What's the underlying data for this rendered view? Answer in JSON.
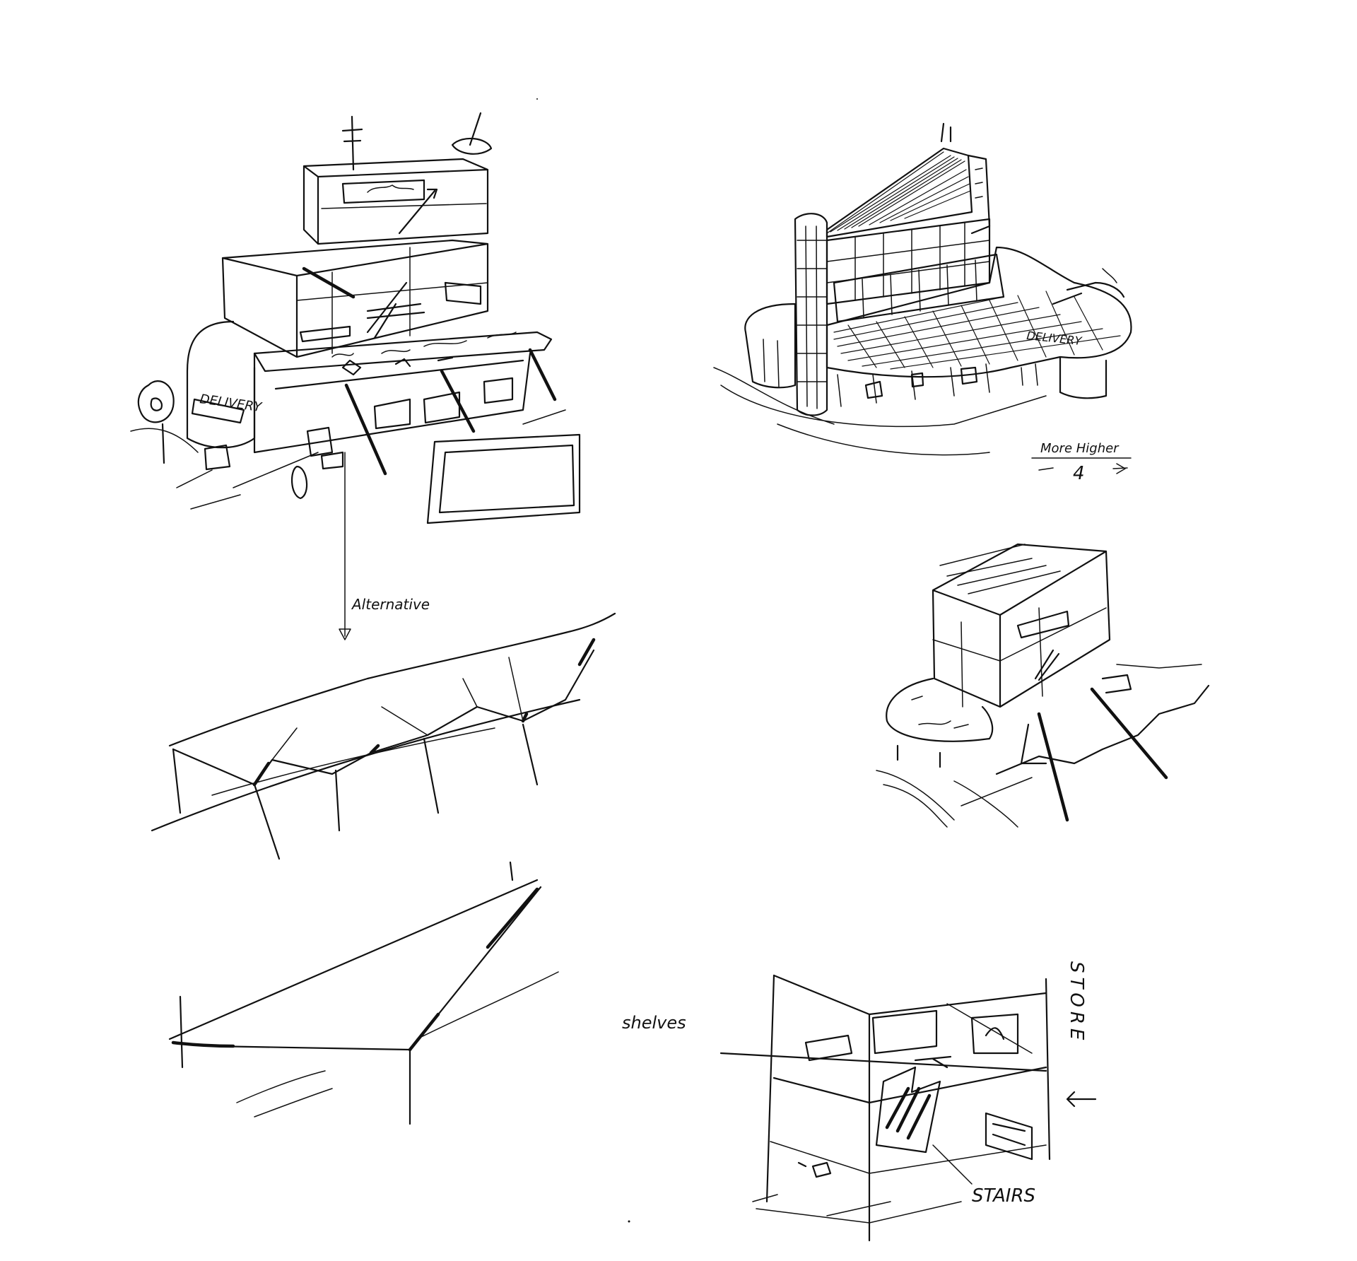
{
  "annotations": {
    "delivery_left": "DELIVERY",
    "delivery_right": "DELIVERY",
    "alternative": "Alternative",
    "more_higher": "More Higher",
    "more_higher_number": "4",
    "shelves": "shelves",
    "store": "STORE",
    "stairs": "STAIRS"
  },
  "sketch_panels": [
    "sketch-building-stacked-volumes",
    "sketch-building-tower-and-canopy",
    "sketch-canopy-folded-alternative",
    "sketch-building-box-with-disc",
    "sketch-canopy-flat-wedge",
    "sketch-store-interior"
  ],
  "colors": {
    "ink": "#111111",
    "paper": "#ffffff"
  }
}
